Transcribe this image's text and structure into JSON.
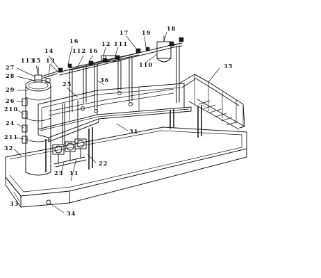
{
  "labels": [
    {
      "id": "l1",
      "text": "14"
    },
    {
      "id": "l2",
      "text": "16"
    },
    {
      "id": "l3",
      "text": "112"
    },
    {
      "id": "l4",
      "text": "16"
    },
    {
      "id": "l5",
      "text": "12"
    },
    {
      "id": "l6",
      "text": "111"
    },
    {
      "id": "l7",
      "text": "17"
    },
    {
      "id": "l8",
      "text": "19"
    },
    {
      "id": "l9",
      "text": "18"
    },
    {
      "id": "l10",
      "text": "110"
    },
    {
      "id": "l11",
      "text": "113"
    },
    {
      "id": "l12",
      "text": "15"
    },
    {
      "id": "l13",
      "text": "13"
    },
    {
      "id": "l14",
      "text": "27"
    },
    {
      "id": "l15",
      "text": "28"
    },
    {
      "id": "l16",
      "text": "29"
    },
    {
      "id": "l17",
      "text": "25"
    },
    {
      "id": "l18",
      "text": "36"
    },
    {
      "id": "l19",
      "text": "35"
    },
    {
      "id": "l20",
      "text": "26"
    },
    {
      "id": "l21",
      "text": "210"
    },
    {
      "id": "l22",
      "text": "24"
    },
    {
      "id": "l23",
      "text": "211"
    },
    {
      "id": "l24",
      "text": "31"
    },
    {
      "id": "l25",
      "text": "32"
    },
    {
      "id": "l26",
      "text": "22"
    },
    {
      "id": "l27",
      "text": "23"
    },
    {
      "id": "l28",
      "text": "11"
    },
    {
      "id": "l29",
      "text": "33"
    },
    {
      "id": "l30",
      "text": "34"
    }
  ]
}
